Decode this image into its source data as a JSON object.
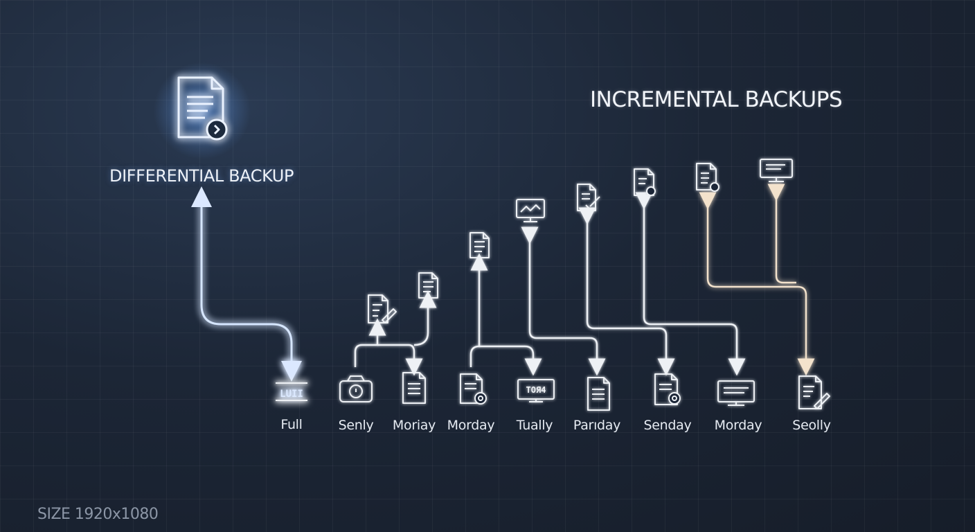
{
  "titles": {
    "incremental": "INCREMENTAL BACKUPS",
    "differential": "DIFFERENTIAL BACKUP"
  },
  "size_note": "SIZE 1920x1080",
  "bottom_nodes": [
    {
      "label": "Full",
      "icon": "full-backup-icon",
      "icon_text": "LUII"
    },
    {
      "label": "Senly",
      "icon": "camera-icon"
    },
    {
      "label": "Moriay",
      "icon": "document-icon"
    },
    {
      "label": "Morday",
      "icon": "document-settings-icon"
    },
    {
      "label": "Tually",
      "icon": "monitor-icon",
      "icon_text": "TOЯ4"
    },
    {
      "label": "Parıday",
      "icon": "document-icon"
    },
    {
      "label": "Senday",
      "icon": "document-gear-icon"
    },
    {
      "label": "Morday",
      "icon": "monitor-icon"
    },
    {
      "label": "Seolly",
      "icon": "document-edit-icon"
    }
  ],
  "colors": {
    "differential_line": "#d6e6ff",
    "differential_glow": "#4a8ef0",
    "line_white": "#eef1f5",
    "line_warm": "#f3e2cc",
    "warm_glow": "#e8a868"
  }
}
